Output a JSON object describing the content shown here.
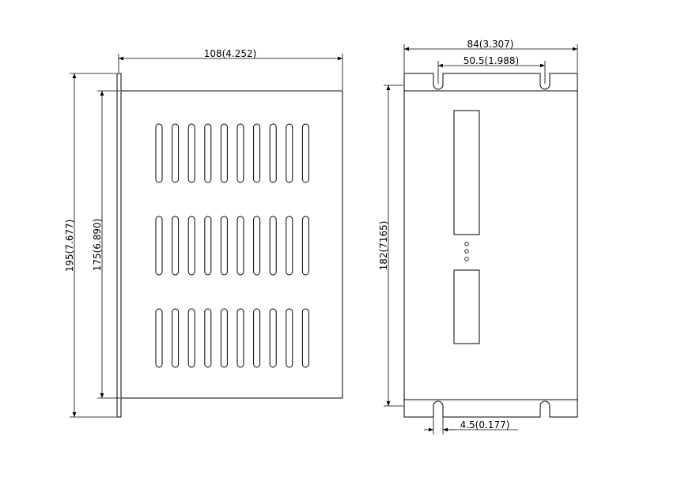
{
  "side_view": {
    "width_label": "108(4.252)",
    "outer_height_label": "195(7.677)",
    "inner_height_label": "175(6.890)",
    "slot_rows": 3,
    "slots_per_row": 10
  },
  "front_view": {
    "width_label": "84(3.307)",
    "mount_spacing_label": "50.5(1.988)",
    "height_label": "182(7165)",
    "slot_width_label": "4.5(0.177)",
    "indicator_dots": 3
  }
}
